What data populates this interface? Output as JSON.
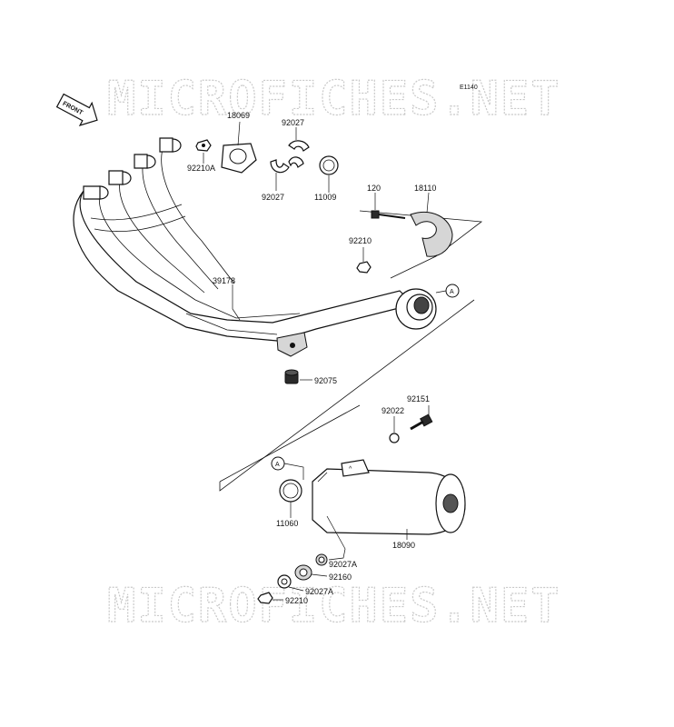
{
  "watermark": {
    "text": "MICROFICHES.NET"
  },
  "diagram_code": "E1140",
  "front_arrow": {
    "text": "FRONT"
  },
  "callouts": [
    {
      "id": "18069",
      "text": "18069"
    },
    {
      "id": "92027-top",
      "text": "92027"
    },
    {
      "id": "92210A",
      "text": "92210A"
    },
    {
      "id": "92027-left",
      "text": "92027"
    },
    {
      "id": "11009",
      "text": "11009"
    },
    {
      "id": "120",
      "text": "120"
    },
    {
      "id": "18110",
      "text": "18110"
    },
    {
      "id": "92210-top",
      "text": "92210"
    },
    {
      "id": "39178",
      "text": "39178"
    },
    {
      "id": "92075",
      "text": "92075"
    },
    {
      "id": "92151",
      "text": "92151"
    },
    {
      "id": "92022",
      "text": "92022"
    },
    {
      "id": "11060",
      "text": "11060"
    },
    {
      "id": "18090",
      "text": "18090"
    },
    {
      "id": "92027A-1",
      "text": "92027A"
    },
    {
      "id": "92160",
      "text": "92160"
    },
    {
      "id": "92027A-2",
      "text": "92027A"
    },
    {
      "id": "92210-bottom",
      "text": "92210"
    }
  ],
  "ref_markers": {
    "upper": "A",
    "lower": "A"
  }
}
